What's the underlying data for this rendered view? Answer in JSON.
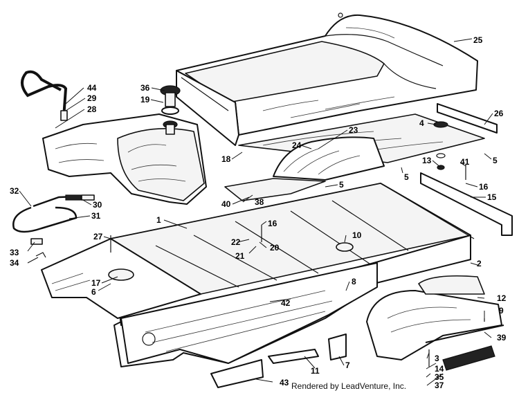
{
  "credit": "Rendered by LeadVenture, Inc.",
  "callouts": [
    "25",
    "44",
    "29",
    "28",
    "36",
    "19",
    "26",
    "4",
    "5",
    "23",
    "24",
    "18",
    "13",
    "41",
    "5",
    "5",
    "16",
    "15",
    "32",
    "30",
    "31",
    "40",
    "38",
    "1",
    "16",
    "10",
    "27",
    "22",
    "20",
    "21",
    "2",
    "33",
    "34",
    "17",
    "6",
    "8",
    "42",
    "12",
    "9",
    "11",
    "7",
    "39",
    "3",
    "14",
    "35",
    "37",
    "43"
  ]
}
